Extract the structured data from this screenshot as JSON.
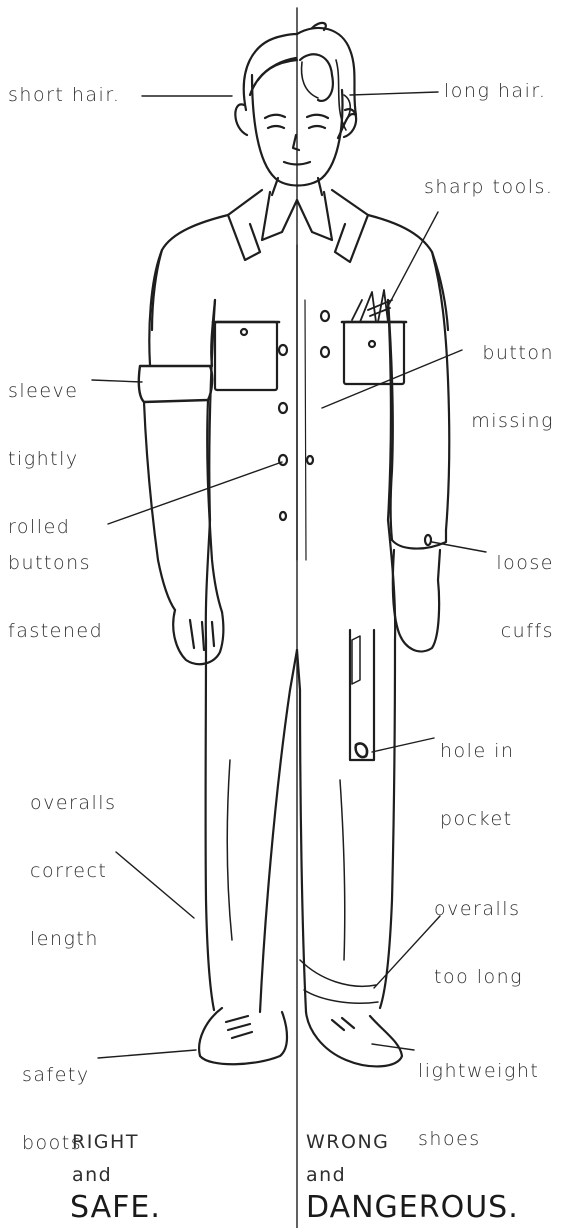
{
  "labels": {
    "short_hair": "short hair.",
    "long_hair": "long hair.",
    "sharp_tools": "sharp tools.",
    "button_missing": [
      "button",
      "missing"
    ],
    "sleeve_rolled": [
      "sleeve",
      "tightly",
      "rolled"
    ],
    "buttons_fastened": [
      "buttons",
      "fastened"
    ],
    "loose_cuffs": [
      "loose",
      "cuffs"
    ],
    "hole_pocket": [
      "hole in",
      "pocket"
    ],
    "overalls_correct": [
      "overalls",
      "correct",
      "length"
    ],
    "overalls_long": [
      "overalls",
      "too long"
    ],
    "safety_boots": [
      "safety",
      "boots"
    ],
    "lightweight_shoes": [
      "lightweight",
      "shoes"
    ]
  },
  "footer": {
    "right_line1": "RIGHT",
    "right_line2": "and",
    "right_big": "SAFE.",
    "wrong_line1": "WRONG",
    "wrong_line2": "and",
    "wrong_big": "DANGEROUS."
  },
  "colors": {
    "ink": "#1e1e1e",
    "background": "#ffffff"
  }
}
